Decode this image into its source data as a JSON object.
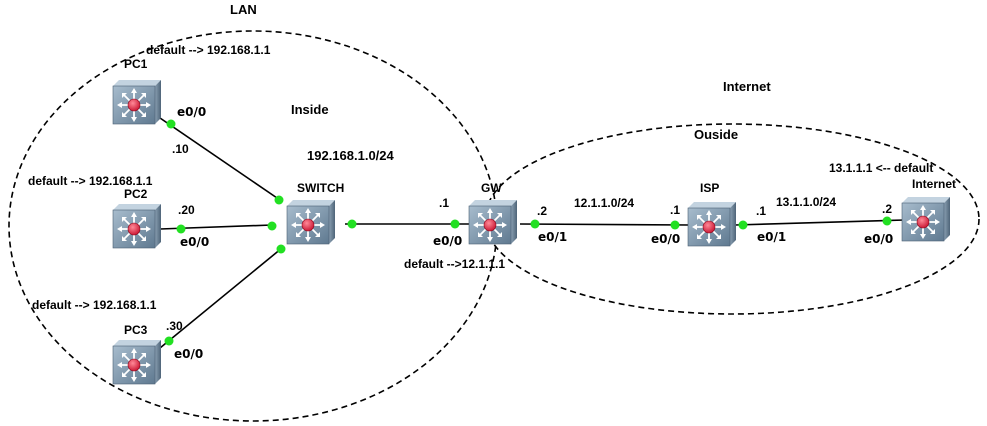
{
  "zones": {
    "lan_title": "LAN",
    "internet_title": "Internet",
    "inside_label": "Inside",
    "outside_label": "Ouside"
  },
  "subnets": {
    "lan": "192.168.1.0/24",
    "gw_isp": "12.1.1.0/24",
    "isp_internet": "13.1.1.0/24"
  },
  "devices": {
    "pc1": {
      "name": "PC1",
      "default_route": "default --> 192.168.1.1",
      "port": "e0/0",
      "ip": ".10"
    },
    "pc2": {
      "name": "PC2",
      "default_route": "default --> 192.168.1.1",
      "port": "e0/0",
      "ip": ".20"
    },
    "pc3": {
      "name": "PC3",
      "default_route": "default --> 192.168.1.1",
      "port": "e0/0",
      "ip": ".30"
    },
    "switch": {
      "name": "SWITCH"
    },
    "gw": {
      "name": "GW",
      "inside_ip": ".1",
      "inside_port": "e0/0",
      "outside_ip": ".2",
      "outside_port": "e0/1",
      "default_route": "default -->12.1.1.1"
    },
    "isp": {
      "name": "ISP",
      "left_ip": ".1",
      "left_port": "e0/0",
      "right_ip": ".1",
      "right_port": "e0/1"
    },
    "internet": {
      "name": "Internet",
      "ip": ".2",
      "port": "e0/0",
      "default_route": "13.1.1.1 <-- default"
    }
  },
  "colors": {
    "link_dot": "#22e022",
    "router_face": "#7f97ad",
    "router_center": "#e8304a"
  }
}
